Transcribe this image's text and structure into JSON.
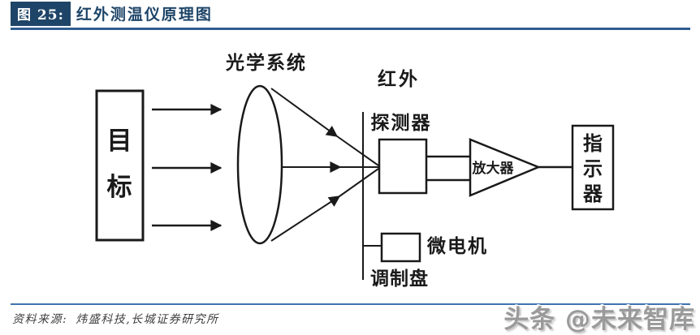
{
  "header": {
    "figure_label": "图 25:",
    "title": "红外测温仪原理图"
  },
  "diagram": {
    "target_chars": [
      "目",
      "标"
    ],
    "optical_system_label": "光学系统",
    "detector_label_line1": "红外",
    "detector_label_line2": "探测器",
    "amplifier_label": "放大器",
    "indicator_chars": [
      "指",
      "示",
      "器"
    ],
    "motor_label": "微电机",
    "chopper_label": "调制盘"
  },
  "footer": {
    "source_label": "资料来源:",
    "source_text": "炜盛科技,长城证券研究所",
    "watermark": "头条 @未来智库"
  },
  "colors": {
    "header_navy": "#1e4568",
    "rule_blue": "#2f5d90",
    "footer_rule_blue": "#3f74ad",
    "diagram_ink": "#1a1a1a",
    "source_text_color": "#3d3d3d",
    "watermark_gray": "#9a9a9a"
  }
}
